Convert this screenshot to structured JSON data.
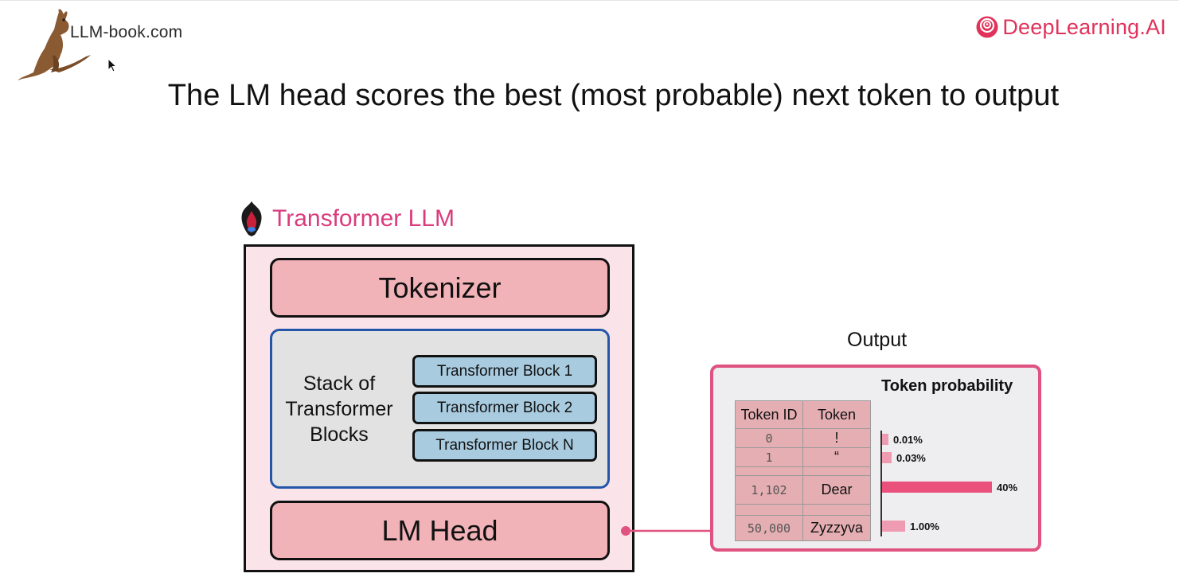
{
  "brand_left": {
    "text": "LLM-book.com",
    "icon": "kangaroo-icon"
  },
  "brand_right": {
    "text": "DeepLearning.AI",
    "icon": "deeplearning-logo-icon",
    "color": "#e0325a"
  },
  "title": "The LM head scores the best (most probable) next token to output",
  "llm": {
    "title": "Transformer LLM",
    "icon": "flame-icon",
    "title_color": "#d93c7c",
    "tokenizer": "Tokenizer",
    "stack_label": [
      "Stack of",
      "Transformer",
      "Blocks"
    ],
    "blocks": [
      "Transformer Block 1",
      "Transformer Block 2",
      "Transformer Block N"
    ],
    "lm_head": "LM Head"
  },
  "output": {
    "title": "Output",
    "prob_title": "Token probability",
    "headers": {
      "id": "Token ID",
      "token": "Token"
    },
    "rows": [
      {
        "id": "0",
        "token": "!",
        "prob": "0.01%",
        "value": 0.01
      },
      {
        "id": "1",
        "token": "“",
        "prob": "0.03%",
        "value": 0.03
      },
      {
        "id": "",
        "token": "",
        "prob": "",
        "value": null
      },
      {
        "id": "1,102",
        "token": "Dear",
        "prob": "40%",
        "value": 40
      },
      {
        "id": "",
        "token": "",
        "prob": "",
        "value": null
      },
      {
        "id": "50,000",
        "token": "Zyzzyva",
        "prob": "1.00%",
        "value": 1.0
      }
    ],
    "colors": {
      "border": "#e05280",
      "bar_main": "#e9507c",
      "bar_light": "#ef9bb2",
      "cell": "#e5aeb3"
    }
  }
}
